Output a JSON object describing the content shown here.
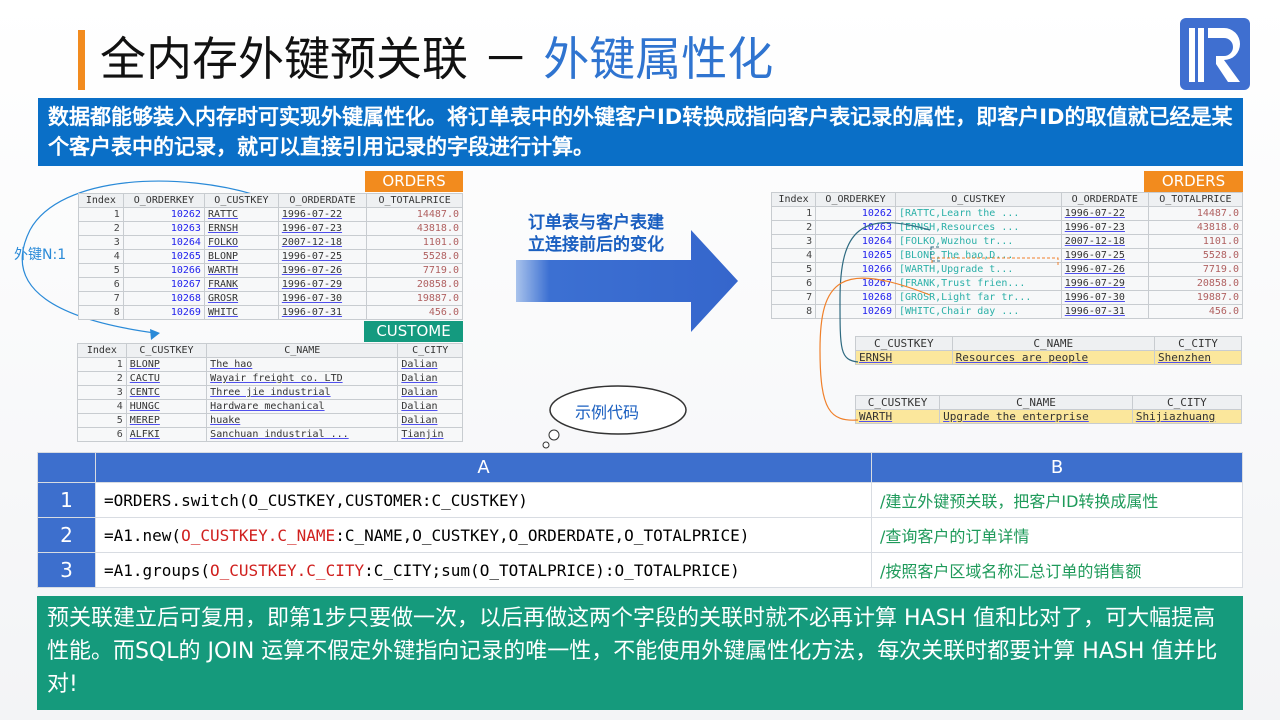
{
  "title": {
    "main": "全内存外键预关联",
    "sep": " － ",
    "highlight": "外键属性化"
  },
  "banner": "数据都能够装入内存时可实现外键属性化。将订单表中的外键客户ID转换成指向客户表记录的属性，即客户ID的取值就已经是某个客户表中的记录，就可以直接引用记录的字段进行计算。",
  "fk_label": "外键N:1",
  "orders_tag": "ORDERS",
  "customer_tag": "CUSTOME",
  "orders_headers": [
    "Index",
    "O_ORDERKEY",
    "O_CUSTKEY",
    "O_ORDERDATE",
    "O_TOTALPRICE"
  ],
  "orders_rows": [
    [
      "1",
      "10262",
      "RATTC",
      "1996-07-22",
      "14487.0"
    ],
    [
      "2",
      "10263",
      "ERNSH",
      "1996-07-23",
      "43818.0"
    ],
    [
      "3",
      "10264",
      "FOLKO",
      "2007-12-18",
      "1101.0"
    ],
    [
      "4",
      "10265",
      "BLONP",
      "1996-07-25",
      "5528.0"
    ],
    [
      "5",
      "10266",
      "WARTH",
      "1996-07-26",
      "7719.0"
    ],
    [
      "6",
      "10267",
      "FRANK",
      "1996-07-29",
      "20858.0"
    ],
    [
      "7",
      "10268",
      "GROSR",
      "1996-07-30",
      "19887.0"
    ],
    [
      "8",
      "10269",
      "WHITC",
      "1996-07-31",
      "456.0"
    ]
  ],
  "customer_headers": [
    "Index",
    "C_CUSTKEY",
    "C_NAME",
    "C_CITY"
  ],
  "customer_rows": [
    [
      "1",
      "BLONP",
      "The hao",
      "Dalian"
    ],
    [
      "2",
      "CACTU",
      "Wayair freight co. LTD",
      "Dalian"
    ],
    [
      "3",
      "CENTC",
      "Three jie industrial",
      "Dalian"
    ],
    [
      "4",
      "HUNGC",
      "Hardware mechanical",
      "Dalian"
    ],
    [
      "5",
      "MEREP",
      "huake",
      "Dalian"
    ],
    [
      "6",
      "ALFKI",
      "Sanchuan industrial ...",
      "Tianjin"
    ]
  ],
  "arrow_text": [
    "订单表与客户表建",
    "立连接前后的变化"
  ],
  "orders2_rows": [
    [
      "1",
      "10262",
      "[RATTC,Learn the ...",
      "1996-07-22",
      "14487.0"
    ],
    [
      "2",
      "10263",
      "[ERNSH,Resources ...",
      "1996-07-23",
      "43818.0"
    ],
    [
      "3",
      "10264",
      "[FOLKO,Wuzhou tr...",
      "2007-12-18",
      "1101.0"
    ],
    [
      "4",
      "10265",
      "[BLONP,The hao,D...",
      "1996-07-25",
      "5528.0"
    ],
    [
      "5",
      "10266",
      "[WARTH,Upgrade t...",
      "1996-07-26",
      "7719.0"
    ],
    [
      "6",
      "10267",
      "[FRANK,Trust frien...",
      "1996-07-29",
      "20858.0"
    ],
    [
      "7",
      "10268",
      "[GROSR,Light far tr...",
      "1996-07-30",
      "19887.0"
    ],
    [
      "8",
      "10269",
      "[WHITC,Chair day ...",
      "1996-07-31",
      "456.0"
    ]
  ],
  "record_headers": [
    "C_CUSTKEY",
    "C_NAME",
    "C_CITY"
  ],
  "record1": [
    "ERNSH",
    "Resources are people",
    "Shenzhen"
  ],
  "record2": [
    "WARTH",
    "Upgrade the enterprise",
    "Shijiazhuang"
  ],
  "cloud": "示例代码",
  "code": {
    "col_a": "A",
    "col_b": "B",
    "rows": [
      {
        "n": "1",
        "pre": "=ORDERS.switch(O_CUSTKEY,CUSTOMER:C_CUSTKEY)",
        "red": "",
        "post": "",
        "comment": "/建立外键预关联，把客户ID转换成属性"
      },
      {
        "n": "2",
        "pre": "=A1.new(",
        "red": "O_CUSTKEY.C_NAME",
        "post": ":C_NAME,O_CUSTKEY,O_ORDERDATE,O_TOTALPRICE)",
        "comment": "/查询客户的订单详情"
      },
      {
        "n": "3",
        "pre": "=A1.groups(",
        "red": "O_CUSTKEY.C_CITY",
        "post": ":C_CITY;sum(O_TOTALPRICE):O_TOTALPRICE)",
        "comment": "/按照客户区域名称汇总订单的销售额"
      }
    ]
  },
  "note": "预关联建立后可复用，即第1步只要做一次，以后再做这两个字段的关联时就不必再计算 HASH 值和比对了，可大幅提高性能。而SQL的 JOIN 运算不假定外键指向记录的唯一性，不能使用外键属性化方法，每次关联时都要计算 HASH 值并比对!"
}
